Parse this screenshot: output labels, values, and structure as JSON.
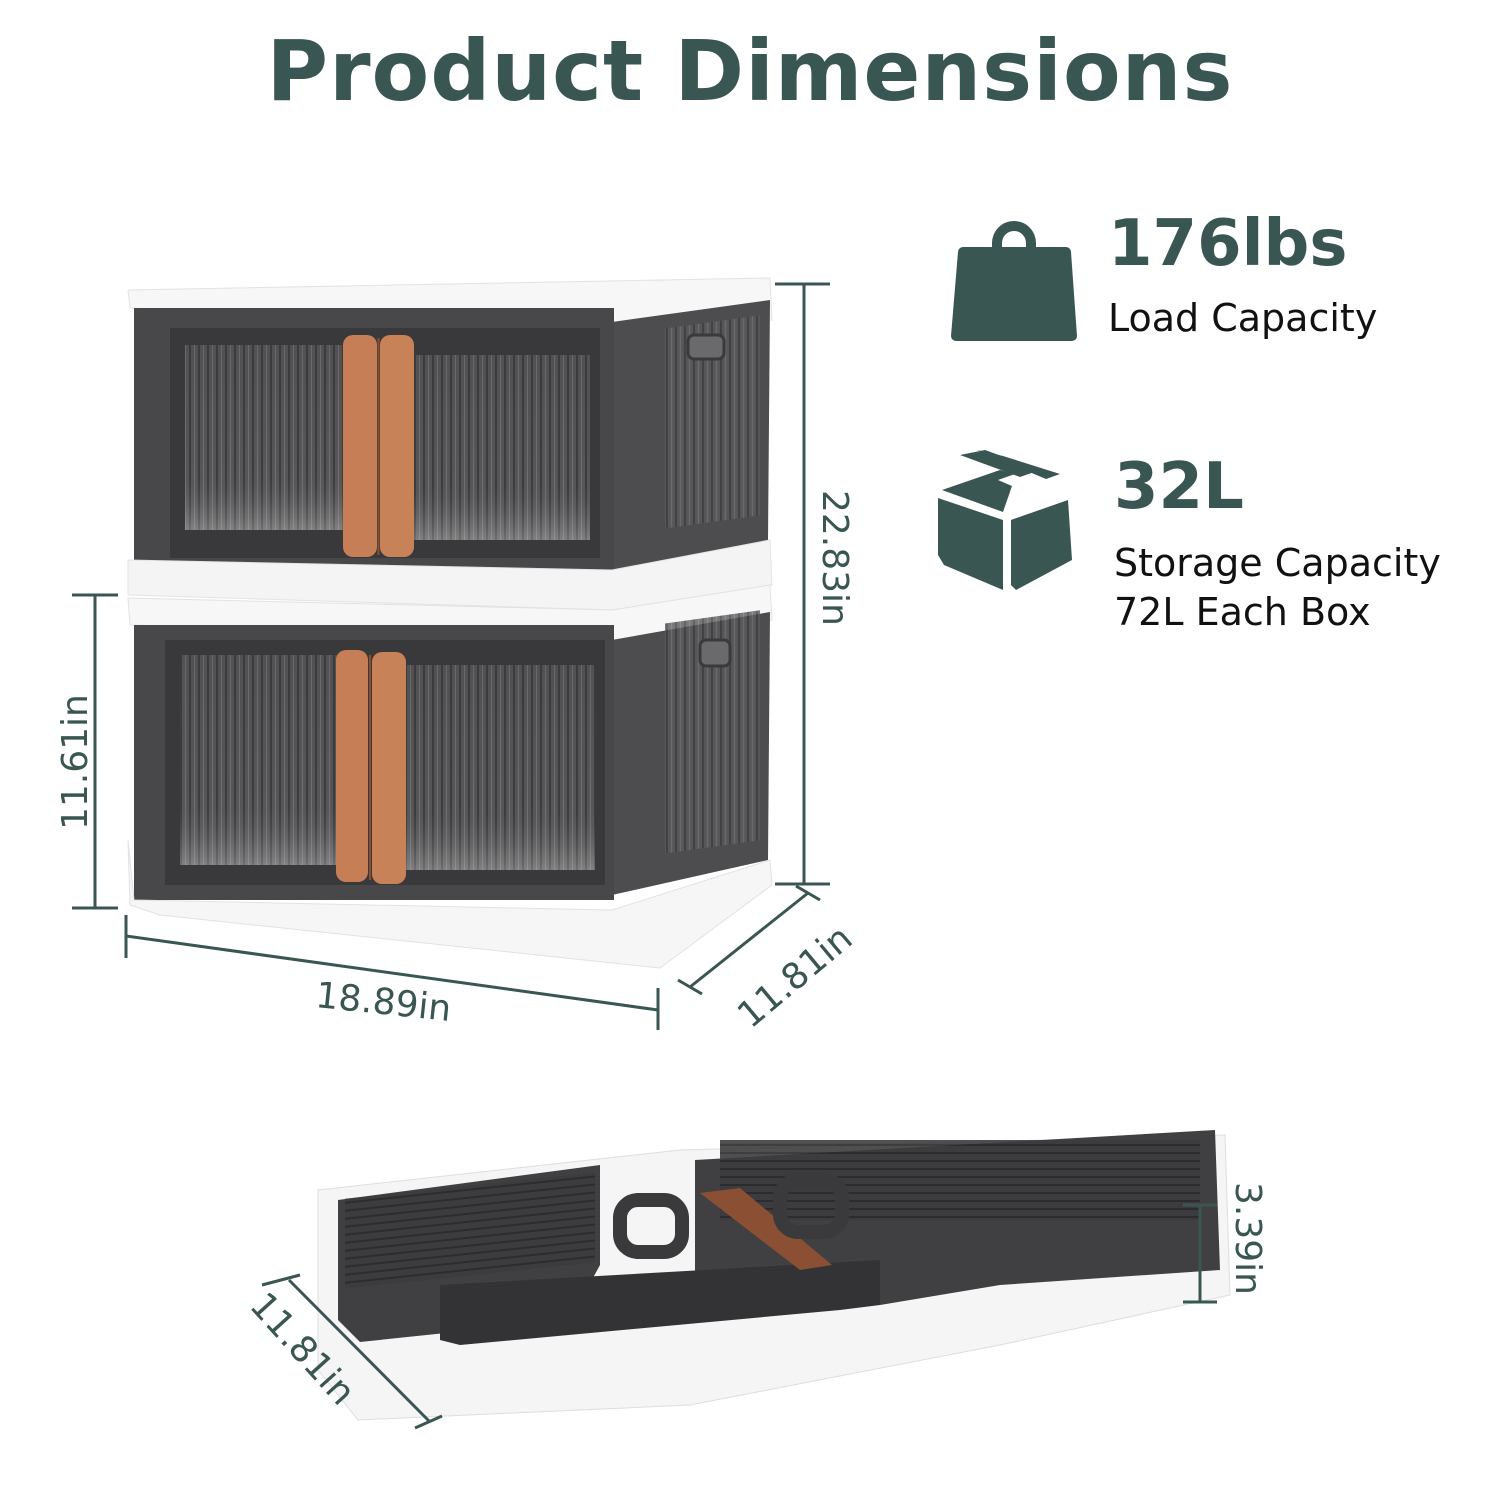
{
  "header": {
    "title": "Product Dimensions"
  },
  "specs": [
    {
      "icon": "weight-icon",
      "value": "176lbs",
      "label": "Load Capacity"
    },
    {
      "icon": "box-icon",
      "value": "32L",
      "label_line1": "Storage Capacity",
      "label_line2": "72L Each Box"
    }
  ],
  "dimensions": {
    "stacked_height": "22.83in",
    "single_height": "11.61in",
    "width": "18.89in",
    "depth": "11.81in",
    "folded_height": "3.39in",
    "folded_depth": "11.81in"
  },
  "colors": {
    "accent": "#3a5653",
    "body_dark": "#4a4a4c",
    "handle": "#c57e55",
    "frame_white": "#f7f7f7"
  }
}
